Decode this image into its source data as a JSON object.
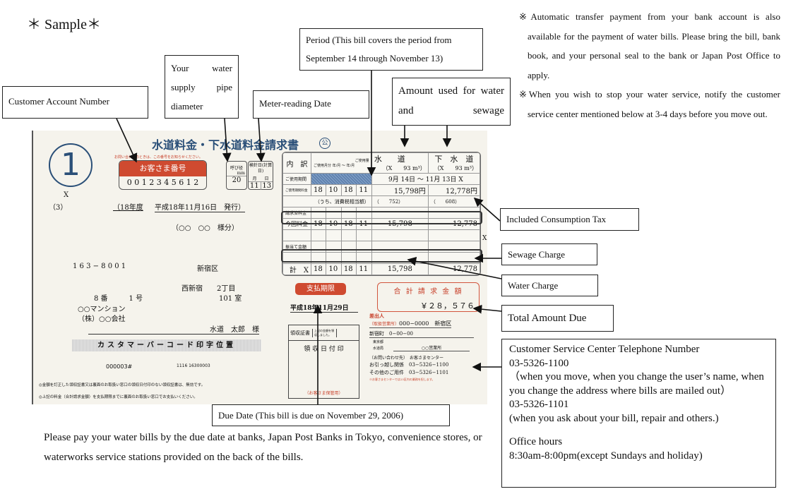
{
  "sample_label": "＊ Sample＊",
  "notes": [
    "※Automatic transfer payment from your bank account is also available for the payment of water bills.  Please bring the bill, bank book, and your personal seal to the bank or Japan Post Office to apply.",
    "※When you wish to stop your water service, notify the customer service center mentioned below at 3-4 days before you move out."
  ],
  "callouts": {
    "account": "Customer Account Number",
    "pipe": "Your water supply pipe diameter",
    "meter": "Meter-reading Date",
    "period": "Period (This bill covers the period from September 14 through November 13)",
    "amount": "Amount used for water and sewage",
    "tax": "Included Consumption Tax",
    "sewage": "Sewage Charge",
    "water": "Water Charge",
    "total": "Total Amount Due",
    "due": "Due Date (This bill is due on November 29, 2006)",
    "cs_title": "Customer Service Center Telephone Number",
    "cs_phone1": "03-5326-1100",
    "cs_phone1_desc": "（when you move, when you change the user’s name, when you change the address where bills are mailed out）",
    "cs_phone2": "03-5326-1101",
    "cs_phone2_desc": "(when you ask about your bill, repair and others.)",
    "cs_hours_label": "Office hours",
    "cs_hours": "8:30am-8:00pm(except Sundays and holiday)"
  },
  "bottom_text": "Please pay your water bills by the due date at banks, Japan Post Banks in Tokyo, convenience stores, or waterworks service stations provided on the back of the bills.",
  "bill": {
    "number": "1",
    "title": "水道料金・下水道料金請求書",
    "public_mark": "公",
    "inquiry_note": "お問い合わせのときは、この番号をお知らせください。",
    "account_label": "お客さま番号",
    "account_number": "0 0 1 2 3 4 5 6 1 2",
    "pipe_label": "呼び径",
    "pipe_unit": "mm",
    "pipe_value": "20",
    "meter_label": "検針日(計算日)",
    "meter_month_label": "月",
    "meter_day_label": "日",
    "meter_month": "11",
    "meter_day": "13",
    "x_mark": "X",
    "paren3": "（3）",
    "fiscal_year": "（18年度",
    "issued": "平成18年11月16日　発行）",
    "addressee_of": "（○○　○○　様分）",
    "postal": "1 6 3 − 8 0 0 1",
    "ward": "新宿区",
    "town": "西新宿　　2丁目",
    "block": "8 番　　　1 号",
    "room": "101 室",
    "building": "○○マンション",
    "company": "（株）○○会社",
    "name": "水道　太郎　様",
    "barcode_label": "カスタマーバーコード印字位置",
    "code1": "000003#",
    "code2": "1116   16300003",
    "footnote1": "◎金額を訂正した領収証書又は裏面のお取扱い窓口の領収日付印のない領収証書は、無効です。",
    "footnote2": "◎上記の料金（合計請求金額）を支払期限までに裏面のお取扱い窓口でお支払いください。",
    "table": {
      "h_breakdown": "内　訳",
      "h_usage_month": "ご使用月分 年/月 〜 年/月",
      "h_usage_amount": "ご使用量",
      "h_water": "水　　道",
      "h_sewer": "下　水　道",
      "water_usage": "（X　　93 m³）",
      "sewer_usage": "（X　　93 m³）",
      "r_period": "ご使用期間",
      "period_value": "9月 14日 〜 11月 13日 X",
      "r_charge": "ご使用期間料金",
      "months": [
        "18",
        "10",
        "18",
        "11"
      ],
      "water_charge": "15,798円",
      "sewer_charge": "12,778円",
      "r_tax": "（うち、消費税相当額）",
      "water_tax": "（　　752）",
      "sewer_tax": "（　　608）",
      "r_billed": "請求済料金",
      "r_this": "今回料金",
      "water_this": "15,798",
      "sewer_this": "12,778",
      "r_allot": "振当て金額",
      "r_total": "計　X",
      "water_total": "15,798",
      "sewer_total": "12,778"
    },
    "due_label": "支払期限",
    "due_date": "平成18年11月29日",
    "total_label": "合 計 請 求 金 額",
    "total_amount": "￥２８，５７６",
    "receipt_label": "領収証書",
    "receipt_note": "上記の金額を領収しました。",
    "receipt_stamp": "領 収 日 付 印",
    "receipt_keep": "（お客さま保管用）",
    "sender_label": "差出人",
    "office_label": "（取扱営業所）",
    "office_code": "000−0000　新宿区",
    "office_addr": "新宿町　0−00−00",
    "tokyo": "東京都",
    "bureau": "水道局",
    "office_name": "○○営業所",
    "contact_label": "（お問い合わせ先）　お客さまセンター",
    "moving_label": "お引っ越し関係　03−5326−1100",
    "other_label": "その他のご用件　03−5326−1101",
    "center_note": "※お客さまセンターでは23区内の業務を担します。"
  }
}
